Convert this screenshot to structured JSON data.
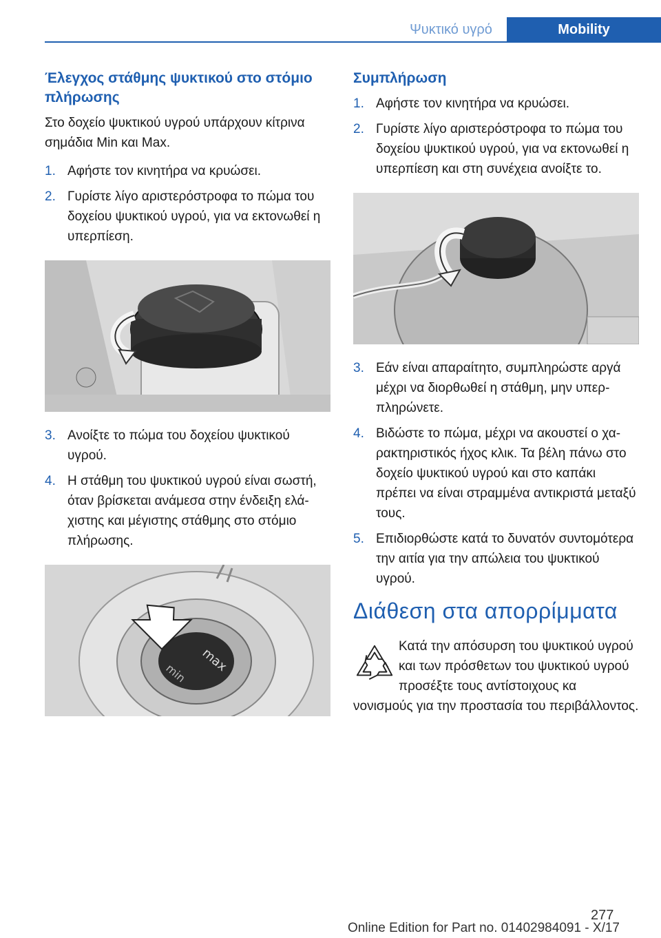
{
  "header": {
    "section": "Ψυκτικό υγρό",
    "chapter": "Mobility"
  },
  "left": {
    "heading": "Έλεγχος στάθμης ψυκτικού στο στόμιο πλήρωσης",
    "intro": "Στο δοχείο ψυκτικού υγρού υπάρχουν κίτρινα σημάδια Min και Max.",
    "steps_a": [
      {
        "num": "1.",
        "text": "Αφήστε τον κινητήρα να κρυώσει."
      },
      {
        "num": "2.",
        "text": "Γυρίστε λίγο αριστερόστροφα το πώμα του δοχείου ψυκτικού υγρού, για να εκτονωθεί η υπερπίεση."
      }
    ],
    "steps_b": [
      {
        "num": "3.",
        "text": "Ανοίξτε το πώμα του δοχείου ψυκτικού υγρού."
      },
      {
        "num": "4.",
        "text": "Η στάθμη του ψυκτικού υγρού είναι σωστή, όταν βρίσκεται ανάμεσα στην ένδειξη ελά­χιστης και μέγιστης στάθμης στο στόμιο πλήρωσης."
      }
    ],
    "filler_labels": {
      "max": "max",
      "min": "min"
    }
  },
  "right": {
    "heading": "Συμπλήρωση",
    "steps_a": [
      {
        "num": "1.",
        "text": "Αφήστε τον κινητήρα να κρυώσει."
      },
      {
        "num": "2.",
        "text": "Γυρίστε λίγο αριστερόστροφα το πώμα του δοχείου ψυκτικού υγρού, για να εκτονωθεί η υπερπίεση και στη συνέχεια ανοίξτε το."
      }
    ],
    "steps_b": [
      {
        "num": "3.",
        "text": "Εάν είναι απαραίτητο, συμπληρώστε αργά μέχρι να διορθωθεί η στάθμη, μην υπερ­πληρώνετε."
      },
      {
        "num": "4.",
        "text": "Βιδώστε το πώμα, μέχρι να ακουστεί ο χα­ρακτηριστικός ήχος κλικ. Τα βέλη πάνω στο δοχείο ψυκτικού υγρού και στο καπάκι πρέπει να είναι στραμμένα αντικριστά με­ταξύ τους."
      },
      {
        "num": "5.",
        "text": "Επιδιορθώστε κατά το δυνατόν συντομό­τερα την αιτία για την απώλεια του ψυκτι­κού υγρού."
      }
    ],
    "disposal_heading": "Διάθεση στα απορρίμματα",
    "disposal_text_a": "Κατά την απόσυρση του ψυκτικού υγρού και των πρόσθετων του ψυκτικού υγρού προσέξτε τους αντίστοιχους κα­",
    "disposal_text_b": "νονισμούς για την προστασία του περιβάλλο­ντος."
  },
  "footer": {
    "page_number": "277",
    "edition": "Online Edition for Part no. 01402984091 - X/17"
  },
  "icons": {
    "recycle": "recycle-icon"
  },
  "colors": {
    "accent": "#1f5fb0"
  }
}
